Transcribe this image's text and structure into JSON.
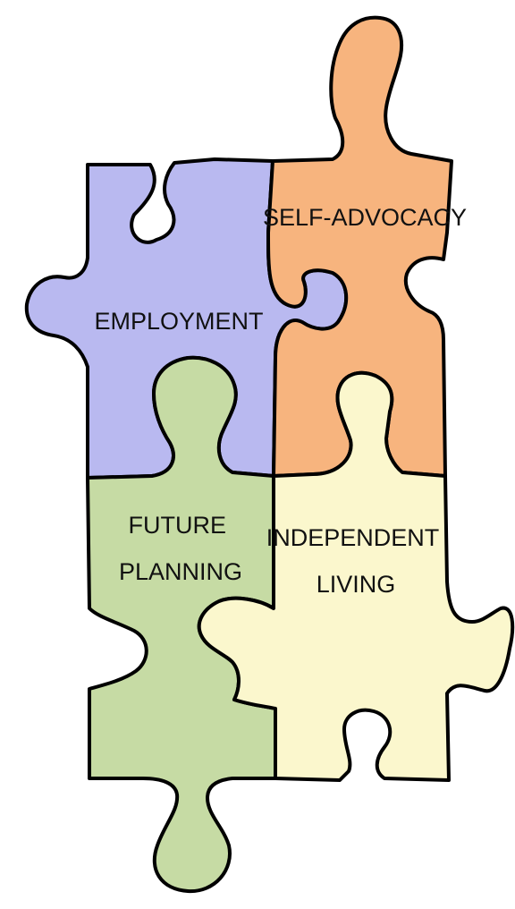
{
  "pieces": {
    "employment": {
      "label_lines": [
        "EMPLOYMENT"
      ],
      "color": "#b9b9f0"
    },
    "self_advocacy": {
      "label_lines": [
        "SELF-ADVOCACY"
      ],
      "color": "#f7b47e"
    },
    "future_planning": {
      "label_lines": [
        "FUTURE",
        "PLANNING"
      ],
      "color": "#c6dba4"
    },
    "independent_living": {
      "label_lines": [
        "INDEPENDENT",
        "LIVING"
      ],
      "color": "#fbf7cd"
    }
  }
}
